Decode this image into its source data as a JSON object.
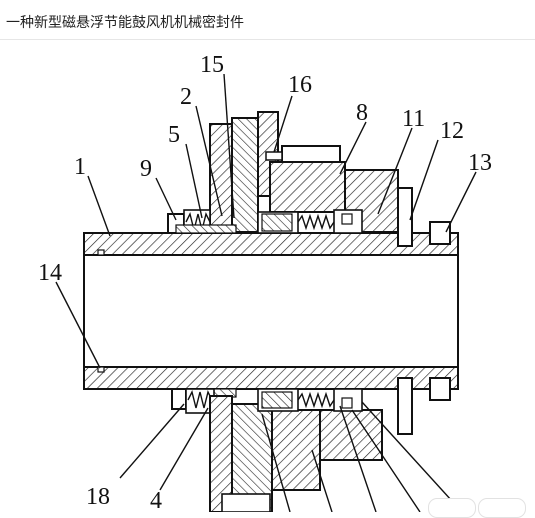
{
  "page": {
    "title": "一种新型磁悬浮节能鼓风机机械密封件"
  },
  "diagram": {
    "part_labels": [
      "15",
      "16",
      "2",
      "8",
      "11",
      "12",
      "5",
      "1",
      "9",
      "13",
      "14",
      "18",
      "4"
    ]
  }
}
